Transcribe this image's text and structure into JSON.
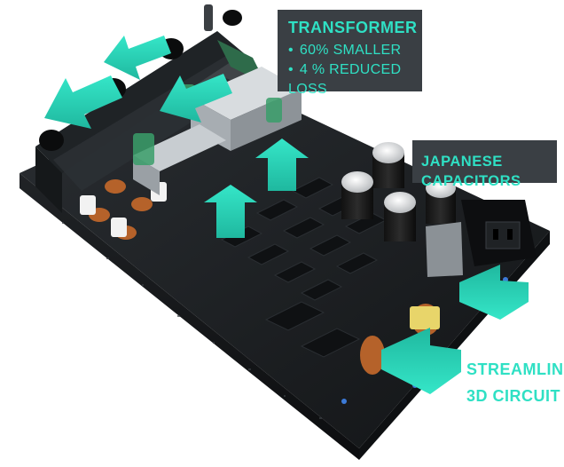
{
  "callouts": {
    "transformer": {
      "title": "TRANSFORMER",
      "bullets": [
        "60% SMALLER",
        "4 % REDUCED LOSS"
      ]
    },
    "capacitors": {
      "title": "JAPANESE CAPACITORS"
    },
    "circuit": {
      "lines": [
        "STREAMLINED",
        "3D CIRCUIT"
      ]
    }
  },
  "colors": {
    "accent": "#2fe0c4",
    "callout_bg": "#3a3f44",
    "pcb": "#1b1e21",
    "background": "#ffffff"
  }
}
